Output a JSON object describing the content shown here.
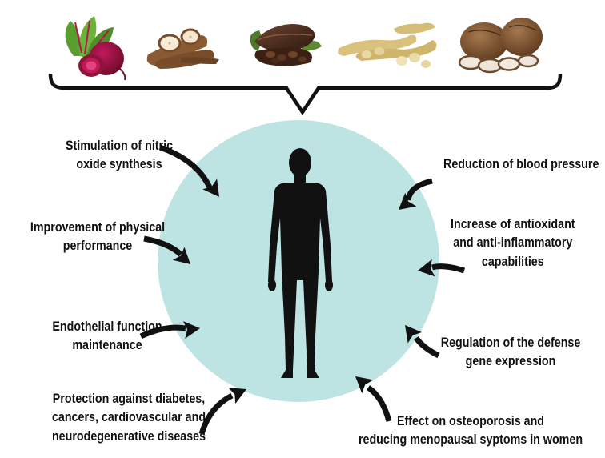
{
  "foods": [
    {
      "name": "beetroot"
    },
    {
      "name": "cassava"
    },
    {
      "name": "cocoa"
    },
    {
      "name": "soybean"
    },
    {
      "name": "taro"
    }
  ],
  "colors": {
    "circle": "#bde4e2",
    "ink": "#111111"
  },
  "icons": [
    "human-silhouette-icon",
    "curved-arrow-icon"
  ],
  "effects": {
    "nitric_oxide": [
      "Stimulation of nitric",
      "oxide synthesis"
    ],
    "physical": [
      "Improvement of physical",
      "performance"
    ],
    "endothelial": [
      "Endothelial function",
      "maintenance"
    ],
    "protection": [
      "Protection against diabetes,",
      "cancers, cardiovascular and",
      "neurodegenerative diseases"
    ],
    "blood_pressure": [
      "Reduction of blood pressure"
    ],
    "antioxidant": [
      "Increase of antioxidant",
      "and anti-inflammatory",
      "capabilities"
    ],
    "defense_gene": [
      "Regulation of the defense",
      "gene expression"
    ],
    "osteoporosis": [
      "Effect on osteoporosis and",
      "reducing menopausal syptoms in women"
    ]
  }
}
